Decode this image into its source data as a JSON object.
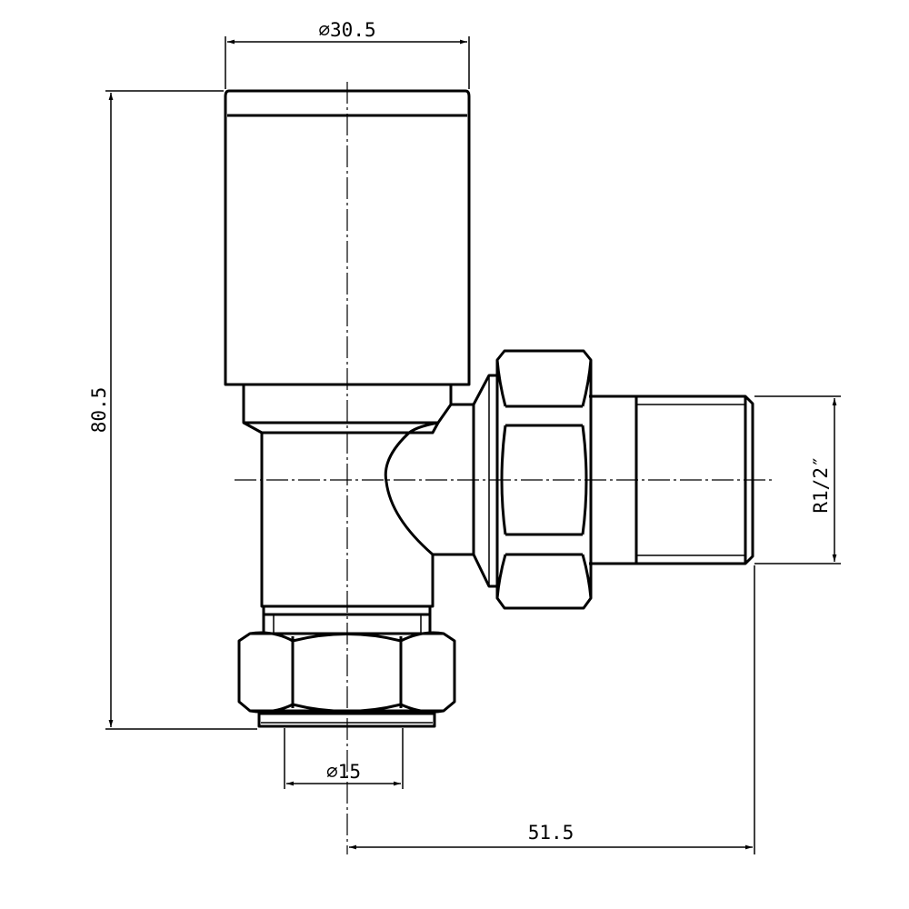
{
  "drawing": {
    "line_color": "#000000",
    "background": "#ffffff",
    "dimensions": {
      "top_diameter": "⌀30.5",
      "overall_height": "80.5",
      "thread_size": "R1/2″",
      "bottom_diameter": "⌀15",
      "horizontal_offset": "51.5"
    }
  }
}
